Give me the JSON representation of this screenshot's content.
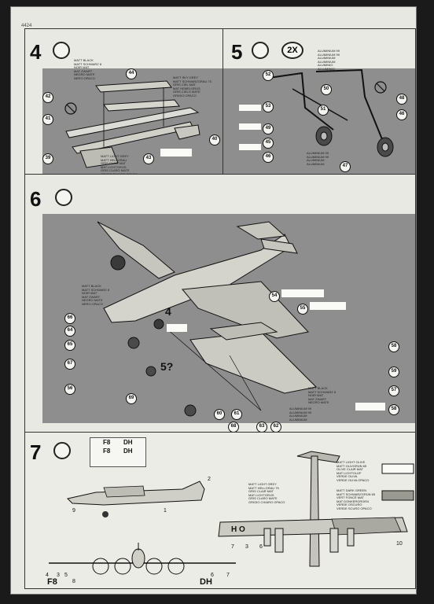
{
  "sheet_code": "4424",
  "steps": [
    {
      "number": "4",
      "multiplier": ""
    },
    {
      "number": "5",
      "multiplier": "2X"
    },
    {
      "number": "6",
      "multiplier": ""
    },
    {
      "number": "7",
      "multiplier": ""
    }
  ],
  "step4": {
    "callouts": [
      "44",
      "42",
      "41",
      "39",
      "43",
      "40"
    ],
    "note_top": "MATT BLACK\nMATT SCHWARZ 8\nNOIR MAT\nMAT ZWART\nNEGRO MATE\nNERO OPACO",
    "note_mid": "MATT SKY GREY\nMATT SCHWARZGRAU 75\nGRIS CIEL MAT\nMAT HEMELGRIJS\nGRIS CIELO MATE\nGRIGIO OPACO",
    "note_bottom": "MATT LIGHT GREY\nMATT HELLGRAU\nGRIS CLAIR MAT\nMAT LICHTGRIJS\nGRIS CLARO MATE\nGRIGIO CHIARO OPACO"
  },
  "step5": {
    "callouts": [
      "52",
      "53",
      "51",
      "50",
      "48",
      "46",
      "49",
      "45",
      "46",
      "47"
    ],
    "note_top": "ALUMINIUM 99\nALUMINIUM 99\nALUMINIUM\nALUMINIUM\nALUMINIO\nALLUMINIO",
    "note_bottom": "ALUMINIUM 99\nALUMINIUM 99\nALUMINIUM\nALUMINIUM"
  },
  "step6": {
    "callouts": [
      "54",
      "55",
      "66",
      "64",
      "65",
      "67",
      "56",
      "58",
      "59",
      "57",
      "69",
      "60",
      "61",
      "68",
      "63",
      "62",
      "58"
    ],
    "note_left": "MATT BLACK\nMATT SCHWARZ 8\nNOIR MAT\nMAT ZWART\nNEGRO MATE\nNERO OPACO",
    "note_right": "MATT BLACK\nMATT SCHWARZ 8\nNOIR MAT\nMAT ZWART\nNEGRO MATE",
    "note_bottom": "ALUMINIUM 99\nALUMINIUM 99\nALUMINIUM\nALUMINIUM",
    "sub_labels": [
      "4",
      "5?"
    ]
  },
  "step7": {
    "decal_codes": [
      "F8",
      "DH",
      "F8",
      "DH"
    ],
    "side_numbers": [
      "2",
      "9",
      "1",
      "3",
      "4",
      "5",
      "8",
      "6",
      "7",
      "10",
      "3",
      "6",
      "7"
    ],
    "marking_left": "F8",
    "marking_right": "DH",
    "fuselage_code": "H  O",
    "note_right_top": "MATT LIGHT OLIVE\nMATT OLIVGRÜN 65\nOLIVE CLAIR MAT\nMAT LICHTOLIJF\nVERDE OLIVA\nVERDE OLIVA OPACO",
    "note_left_mid": "MATT LIGHT GREY\nMATT HELLGRAU 75\nGRIS CLAIR MAT\nMAT LICHTGRIJS\nGRIS CLARO MATE\nGRIGIO CHIARO OPACO",
    "note_right_mid": "MATT DARK GREEN\nMATT SCHWARZGRÜN 65\nVERT FONCÉ MAT\nMAT DONKERGROEN\nVERDE OSCURO\nVERDE SCURO OPACO"
  },
  "colors": {
    "paper": "#e8e8e2",
    "band": "#8e8e8e",
    "ink": "#111111"
  }
}
